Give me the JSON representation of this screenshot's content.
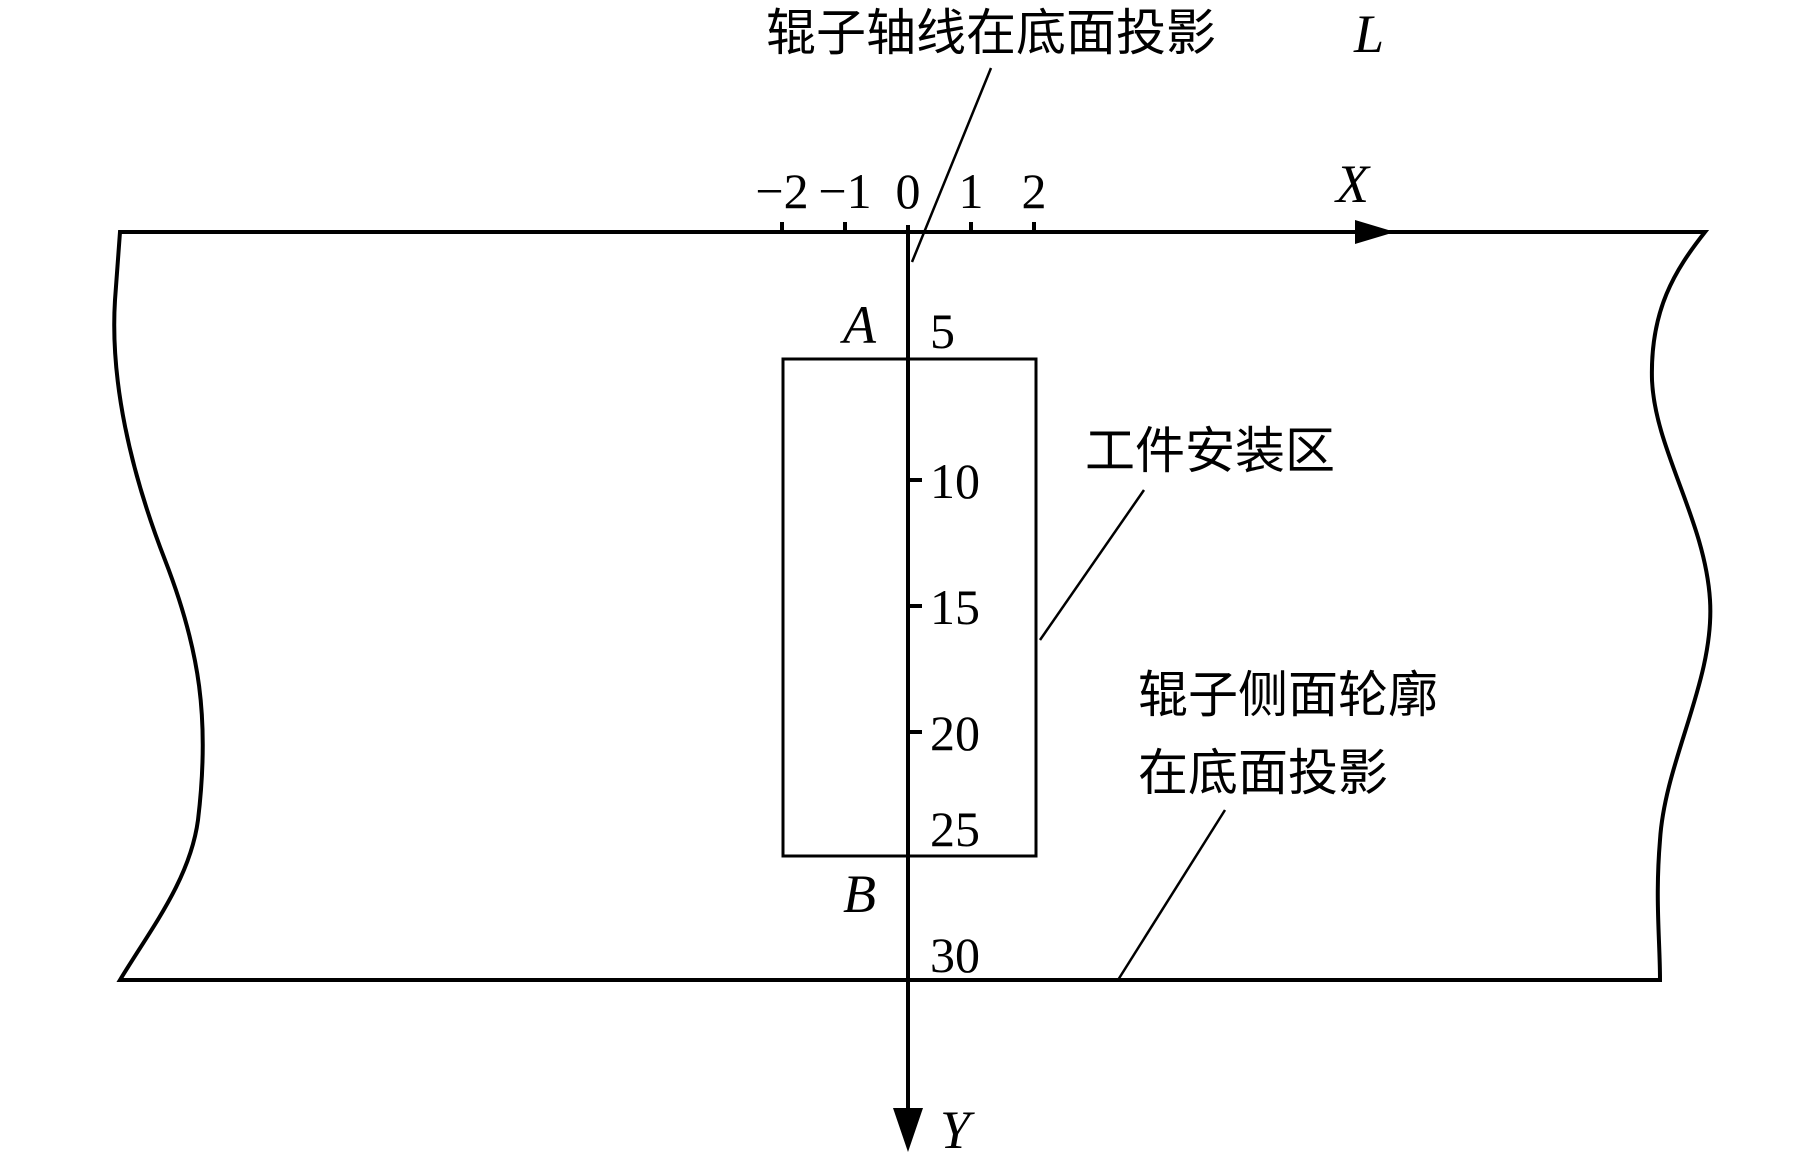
{
  "labels": {
    "axis_line_title": "辊子轴线在底面投影",
    "axis_line_symbol": "L",
    "install_zone": "工件安装区",
    "side_contour_line1": "辊子侧面轮廓",
    "side_contour_line2": "在底面投影"
  },
  "axes": {
    "x_label": "X",
    "y_label": "Y",
    "x_ticks": [
      "−2",
      "−1",
      "0",
      "1",
      "2"
    ],
    "y_ticks": [
      "5",
      "10",
      "15",
      "20",
      "25",
      "30"
    ]
  },
  "points": {
    "a": "A",
    "b": "B"
  }
}
